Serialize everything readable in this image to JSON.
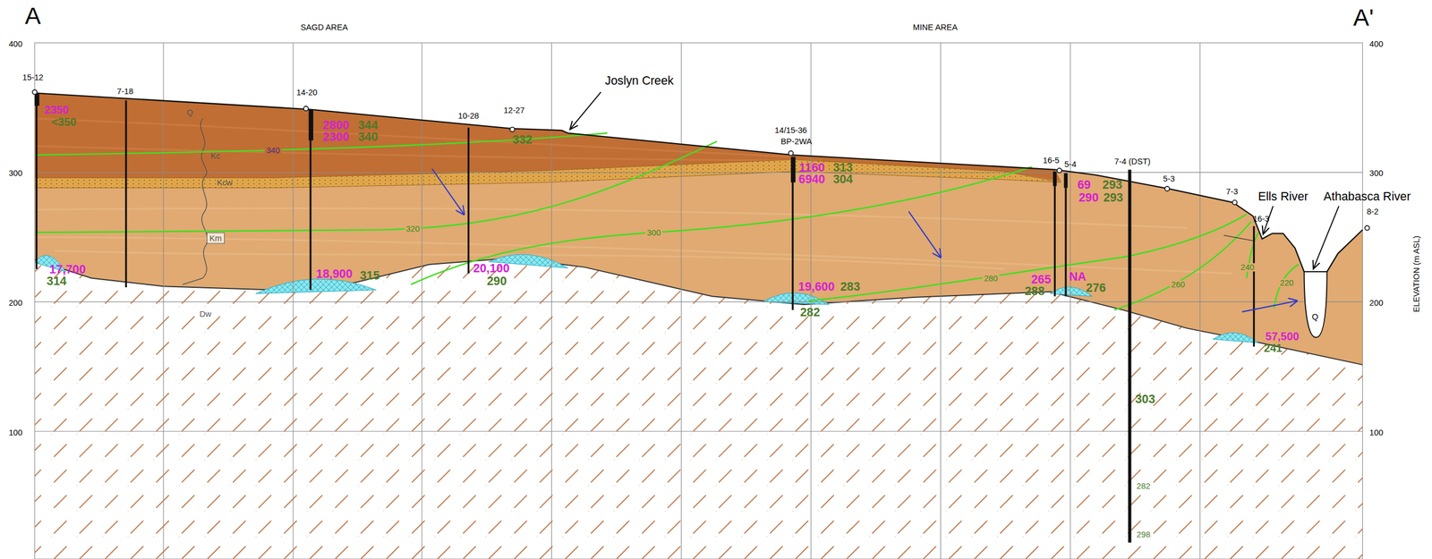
{
  "diagram": {
    "labels": [
      "A",
      "A'",
      "SAGD AREA",
      "MINE AREA",
      "400",
      "300",
      "200",
      "100",
      "400",
      "300",
      "200",
      "100",
      "ELEVATION (m ASL)",
      "15-12",
      "7-18",
      "14-20",
      "10-28",
      "12-27",
      "14/15-36",
      "BP-2WA",
      "16-5",
      "5-4",
      "7-4 (DST)",
      "5-3",
      "7-3",
      "16-3",
      "8-2",
      "2350",
      "<350",
      "17,700",
      "314",
      "2800",
      "344",
      "2300",
      "340",
      "332",
      "18,900",
      "315",
      "20,100",
      "290",
      "1160",
      "313",
      "6940",
      "304",
      "19,600",
      "283",
      "282",
      "69",
      "293",
      "290",
      "293",
      "265",
      "NA",
      "288",
      "276",
      "57,500",
      "241",
      "303",
      "282",
      "298",
      "340",
      "320",
      "300",
      "280",
      "260",
      "240",
      "220",
      "Q",
      "Kc",
      "Kcw",
      "Km",
      "Dw",
      "Q",
      "Joslyn Creek",
      "Ells River",
      "Athabasca River"
    ]
  }
}
